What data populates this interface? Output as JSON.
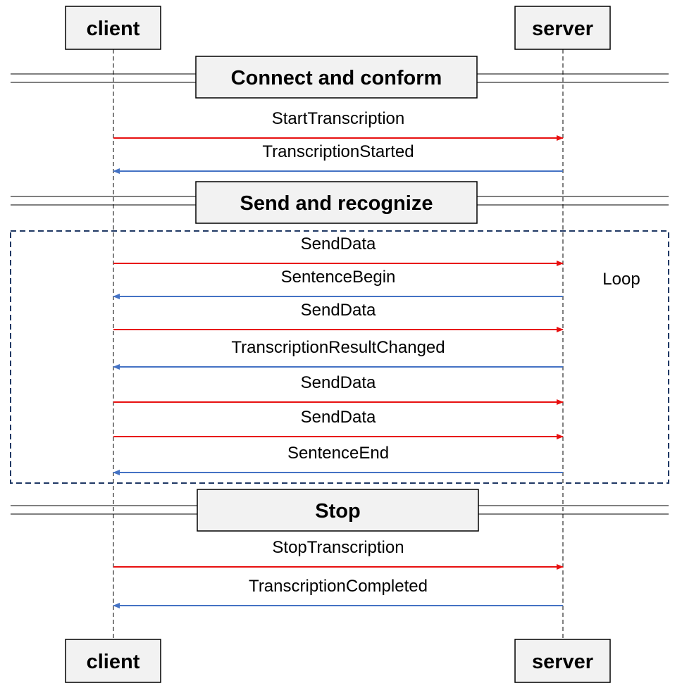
{
  "participants": {
    "client": "client",
    "server": "server"
  },
  "sections": [
    {
      "label": "Connect and conform"
    },
    {
      "label": "Send and recognize"
    },
    {
      "label": "Stop"
    }
  ],
  "loop": {
    "label": "Loop"
  },
  "messages": [
    {
      "label": "StartTranscription",
      "from": "client",
      "to": "server"
    },
    {
      "label": "TranscriptionStarted",
      "from": "server",
      "to": "client"
    },
    {
      "label": "SendData",
      "from": "client",
      "to": "server"
    },
    {
      "label": "SentenceBegin",
      "from": "server",
      "to": "client"
    },
    {
      "label": "SendData",
      "from": "client",
      "to": "server"
    },
    {
      "label": "TranscriptionResultChanged",
      "from": "server",
      "to": "client"
    },
    {
      "label": "SendData",
      "from": "client",
      "to": "server"
    },
    {
      "label": "SendData",
      "from": "client",
      "to": "server"
    },
    {
      "label": "SentenceEnd",
      "from": "server",
      "to": "client"
    },
    {
      "label": "StopTranscription",
      "from": "client",
      "to": "server"
    },
    {
      "label": "TranscriptionCompleted",
      "from": "server",
      "to": "client"
    }
  ],
  "colors": {
    "request": "#e81010",
    "response": "#4472c4",
    "box_fill": "#f2f2f2",
    "loop_border": "#1f3864"
  }
}
